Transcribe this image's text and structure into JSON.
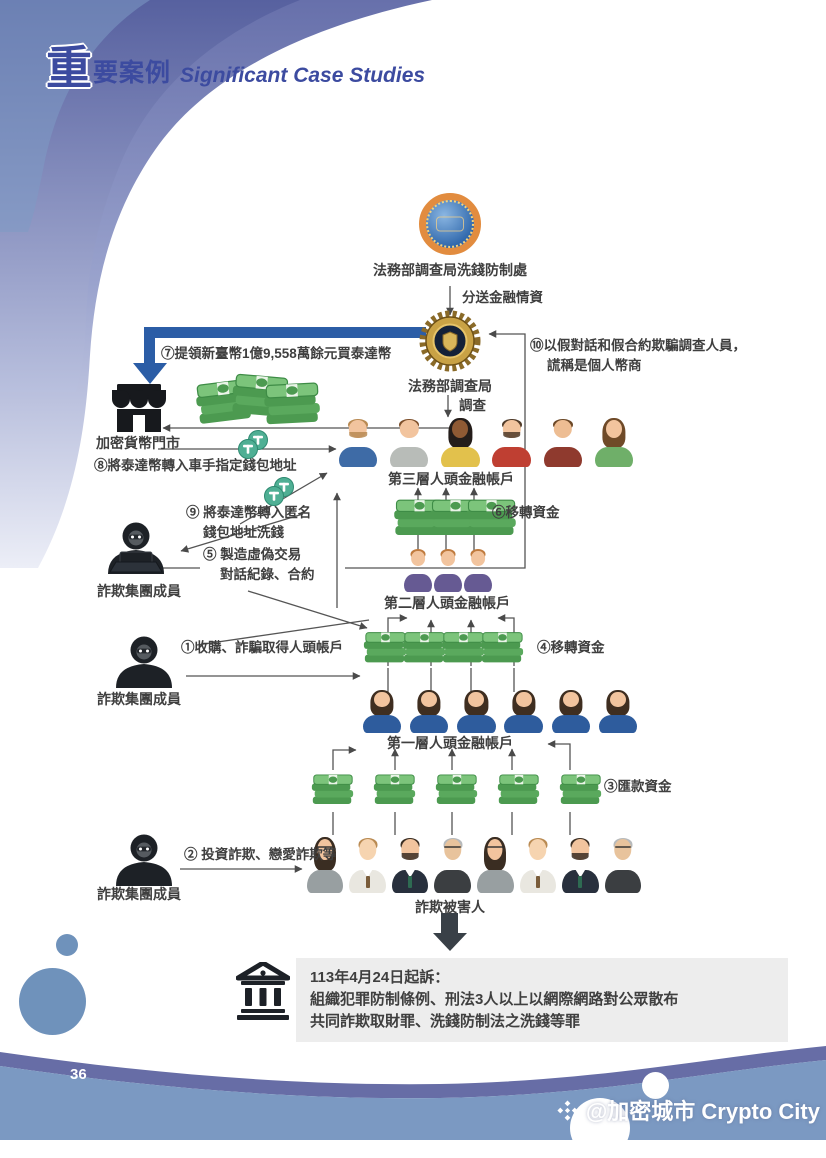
{
  "header": {
    "big_char": "重",
    "rest": "要案例",
    "english": "Significant Case Studies"
  },
  "top": {
    "fiu_label": "法務部調查局洗錢防制處",
    "send_intel": "分送金融情資",
    "mjib_label": "法務部調查局",
    "investigate": "調查"
  },
  "steps": {
    "s1": "①收購、詐騙取得人頭帳戶",
    "s2": "② 投資詐欺、戀愛詐欺等",
    "s3": "③匯款資金",
    "s4": "④移轉資金",
    "s5_l1": "⑤ 製造虛偽交易",
    "s5_l2": "對話紀錄、合約",
    "s6": "⑥移轉資金",
    "s7": "⑦提領新臺幣1億9,558萬餘元買泰達幣",
    "s8": "⑧將泰達幣轉入車手指定錢包地址",
    "s9_l1": "⑨ 將泰達幣轉入匿名",
    "s9_l2": "錢包地址洗錢",
    "s10_l1": "⑩以假對話和假合約欺騙調查人員，",
    "s10_l2": "謊稱是個人幣商"
  },
  "labels": {
    "crypto_shop": "加密貨幣門市",
    "fraud_member": "詐欺集團成員",
    "layer3": "第三層人頭金融帳戶",
    "layer2": "第二層人頭金融帳戶",
    "layer1": "第一層人頭金融帳戶",
    "victims": "詐欺被害人"
  },
  "prosecution": {
    "line1": "113年4月24日起訴：",
    "line2": "組織犯罪防制條例、刑法3人以上以網際網路對公眾散布",
    "line3": "共同詐欺取財罪、洗錢防制法之洗錢等罪"
  },
  "footer": {
    "page_number": "36",
    "watermark": "@加密城市 Crypto City"
  },
  "colors": {
    "accent_blue_arrow": "#2b5da6",
    "header_indigo": "#3c4ba0",
    "wave_dark": "#676da6",
    "wave_blue": "#7b99c2",
    "circle_blue": "#6f92bb",
    "money_green": "#4c9a50",
    "tether_teal": "#4faf94",
    "box_gray": "#ededed",
    "badge_orange": "#e28c3f",
    "badge_gold": "#c9a245"
  },
  "figures": {
    "layer3": [
      {
        "s": "#3e6ba6",
        "k": "#f2c49e",
        "h": "#b98a52",
        "t": "m",
        "b": 1
      },
      {
        "s": "#b8bcb8",
        "k": "#f2c49e",
        "h": "#7d4f2a",
        "t": "m"
      },
      {
        "s": "#e2c14c",
        "k": "#8f5a34",
        "h": "#241d1a",
        "t": "w"
      },
      {
        "s": "#bf3f32",
        "k": "#f2c49e",
        "h": "#4f3a28",
        "t": "m",
        "b": 1
      },
      {
        "s": "#8f3a2e",
        "k": "#edbd93",
        "h": "#6b4726",
        "t": "m"
      },
      {
        "s": "#6faf69",
        "k": "#f2c49e",
        "h": "#6f4a28",
        "t": "w"
      }
    ],
    "layer2": [
      {
        "s": "#665a93",
        "k": "#f2c49e",
        "h": "#c07b3e",
        "t": "m"
      },
      {
        "s": "#665a93",
        "k": "#f2c49e",
        "h": "#c07b3e",
        "t": "m"
      },
      {
        "s": "#665a93",
        "k": "#f2c49e",
        "h": "#c07b3e",
        "t": "m"
      }
    ],
    "layer1": [
      {
        "s": "#2e5c9d",
        "k": "#f2c49e",
        "h": "#3f2e20",
        "t": "w"
      },
      {
        "s": "#2e5c9d",
        "k": "#f2c49e",
        "h": "#3f2e20",
        "t": "w"
      },
      {
        "s": "#2e5c9d",
        "k": "#f2c49e",
        "h": "#3f2e20",
        "t": "w"
      },
      {
        "s": "#2e5c9d",
        "k": "#f2c49e",
        "h": "#3f2e20",
        "t": "w"
      },
      {
        "s": "#2e5c9d",
        "k": "#f2c49e",
        "h": "#3f2e20",
        "t": "w"
      },
      {
        "s": "#2e5c9d",
        "k": "#f2c49e",
        "h": "#3f2e20",
        "t": "w"
      }
    ],
    "victims": [
      {
        "s": "#989fa1",
        "k": "#f2c49e",
        "h": "#3a2d22",
        "t": "w",
        "g": 1
      },
      {
        "s": "#e9e7e0",
        "k": "#f6d4b0",
        "h": "#b98a52",
        "t": "m",
        "c": "tie",
        "tc": "#7a5c3a"
      },
      {
        "s": "#28303d",
        "k": "#f2c49e",
        "h": "#3a2d22",
        "t": "m",
        "c": "tie",
        "tc": "#2e6b52",
        "b": 1
      },
      {
        "s": "#3b3e41",
        "k": "#e8c39c",
        "h": "#b7babc",
        "t": "m",
        "g": 1
      },
      {
        "s": "#989fa1",
        "k": "#f2c49e",
        "h": "#3a2d22",
        "t": "w",
        "g": 1
      },
      {
        "s": "#e9e7e0",
        "k": "#f6d4b0",
        "h": "#b98a52",
        "t": "m",
        "c": "tie",
        "tc": "#7a5c3a"
      },
      {
        "s": "#28303d",
        "k": "#f2c49e",
        "h": "#3a2d22",
        "t": "m",
        "c": "tie",
        "tc": "#2e6b52",
        "b": 1
      },
      {
        "s": "#3b3e41",
        "k": "#e8c39c",
        "h": "#b7babc",
        "t": "m",
        "g": 1
      }
    ],
    "money_rows": {
      "layer3_row": 3,
      "layer2_row": 4,
      "layer1_row": 5
    }
  }
}
